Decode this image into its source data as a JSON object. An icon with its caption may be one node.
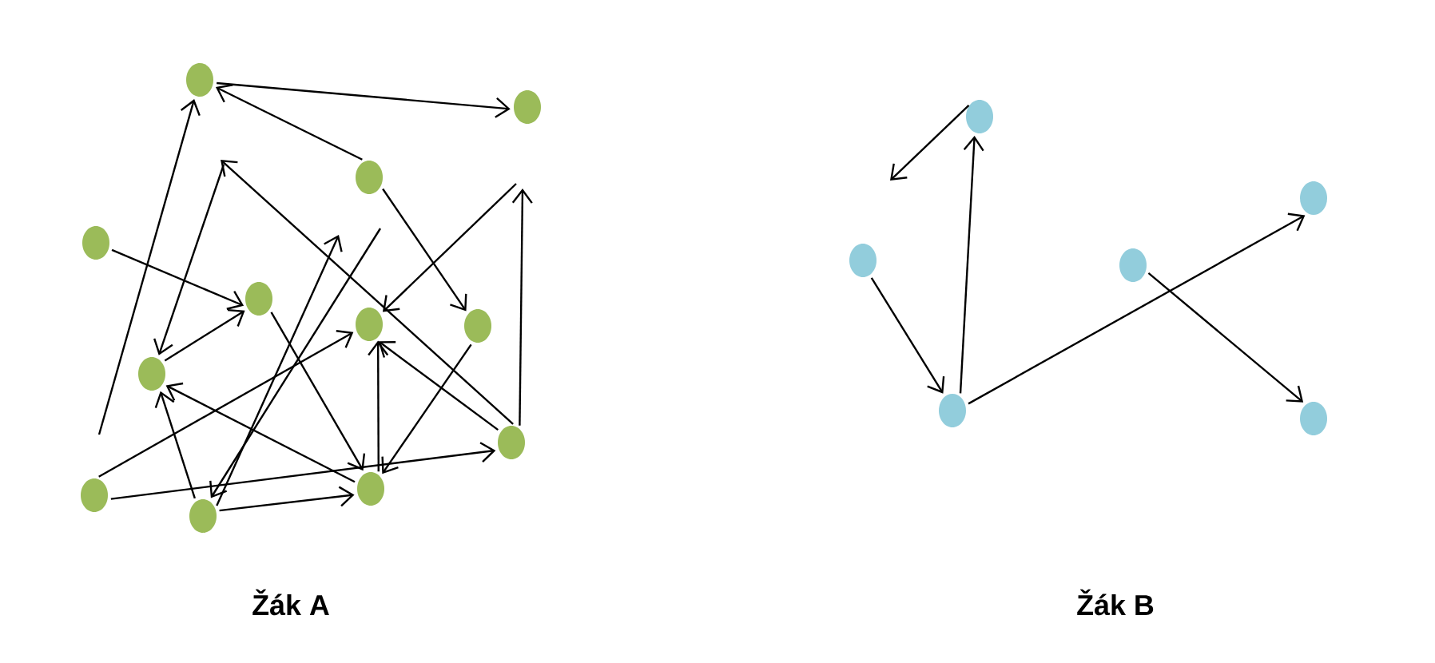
{
  "diagram": {
    "nodes": [
      {
        "text": [],
        "shape": "ellipse"
      },
      {
        "text": [],
        "shape": "ellipse"
      },
      {
        "text": [],
        "shape": "ellipse"
      },
      {
        "text": [],
        "shape": "ellipse"
      },
      {
        "text": [],
        "shape": "ellipse"
      },
      {
        "text": [],
        "shape": "ellipse"
      },
      {
        "text": [],
        "shape": "ellipse"
      },
      {
        "text": [],
        "shape": "ellipse"
      },
      {
        "text": [],
        "shape": "ellipse"
      },
      {
        "text": [],
        "shape": "ellipse"
      },
      {
        "text": [],
        "shape": "ellipse"
      },
      {
        "text": [],
        "shape": "ellipse"
      },
      {
        "text": [],
        "shape": "ellipse"
      },
      {
        "text": [],
        "shape": "ellipse"
      },
      {
        "text": [],
        "shape": "ellipse"
      },
      {
        "text": [],
        "shape": "ellipse"
      },
      {
        "text": [],
        "shape": "ellipse"
      },
      {
        "text": [],
        "shape": "ellipse"
      }
    ],
    "edges": [
      {
        "from": 0,
        "to": 1,
        "arrow": "to"
      },
      {
        "from": 2,
        "to": 0,
        "arrow": "to"
      },
      {
        "from": 8,
        "to": null,
        "arrow": "to"
      },
      {
        "from": null,
        "to": 7,
        "arrow": "to"
      },
      {
        "from": null,
        "to": 0,
        "arrow": "to"
      },
      {
        "from": 3,
        "to": 4,
        "arrow": "to"
      },
      {
        "from": 7,
        "to": 4,
        "arrow": "to"
      },
      {
        "from": 2,
        "to": 6,
        "arrow": "to"
      },
      {
        "from": null,
        "to": 5,
        "arrow": "to"
      },
      {
        "from": 8,
        "to": null,
        "arrow": "to"
      },
      {
        "from": 8,
        "to": 5,
        "arrow": "to"
      },
      {
        "from": 11,
        "to": 5,
        "arrow": "to"
      },
      {
        "from": 6,
        "to": 11,
        "arrow": "to"
      },
      {
        "from": 4,
        "to": 11,
        "arrow": "to"
      },
      {
        "from": 9,
        "to": 5,
        "arrow": "to"
      },
      {
        "from": 9,
        "to": 8,
        "arrow": "to"
      },
      {
        "from": 10,
        "to": 11,
        "arrow": "to"
      },
      {
        "from": 11,
        "to": 7,
        "arrow": "to"
      },
      {
        "from": 10,
        "to": 7,
        "arrow": "to"
      },
      {
        "from": 10,
        "to": null,
        "arrow": "to"
      },
      {
        "from": null,
        "to": 10,
        "arrow": "to"
      },
      {
        "from": 12,
        "to": null,
        "arrow": "to"
      },
      {
        "from": 14,
        "to": 16,
        "arrow": "to"
      },
      {
        "from": 16,
        "to": 12,
        "arrow": "to"
      },
      {
        "from": 16,
        "to": 13,
        "arrow": "to"
      },
      {
        "from": 15,
        "to": 17,
        "arrow": "to"
      }
    ],
    "labels": [
      "Žák A",
      "Žák B"
    ]
  }
}
